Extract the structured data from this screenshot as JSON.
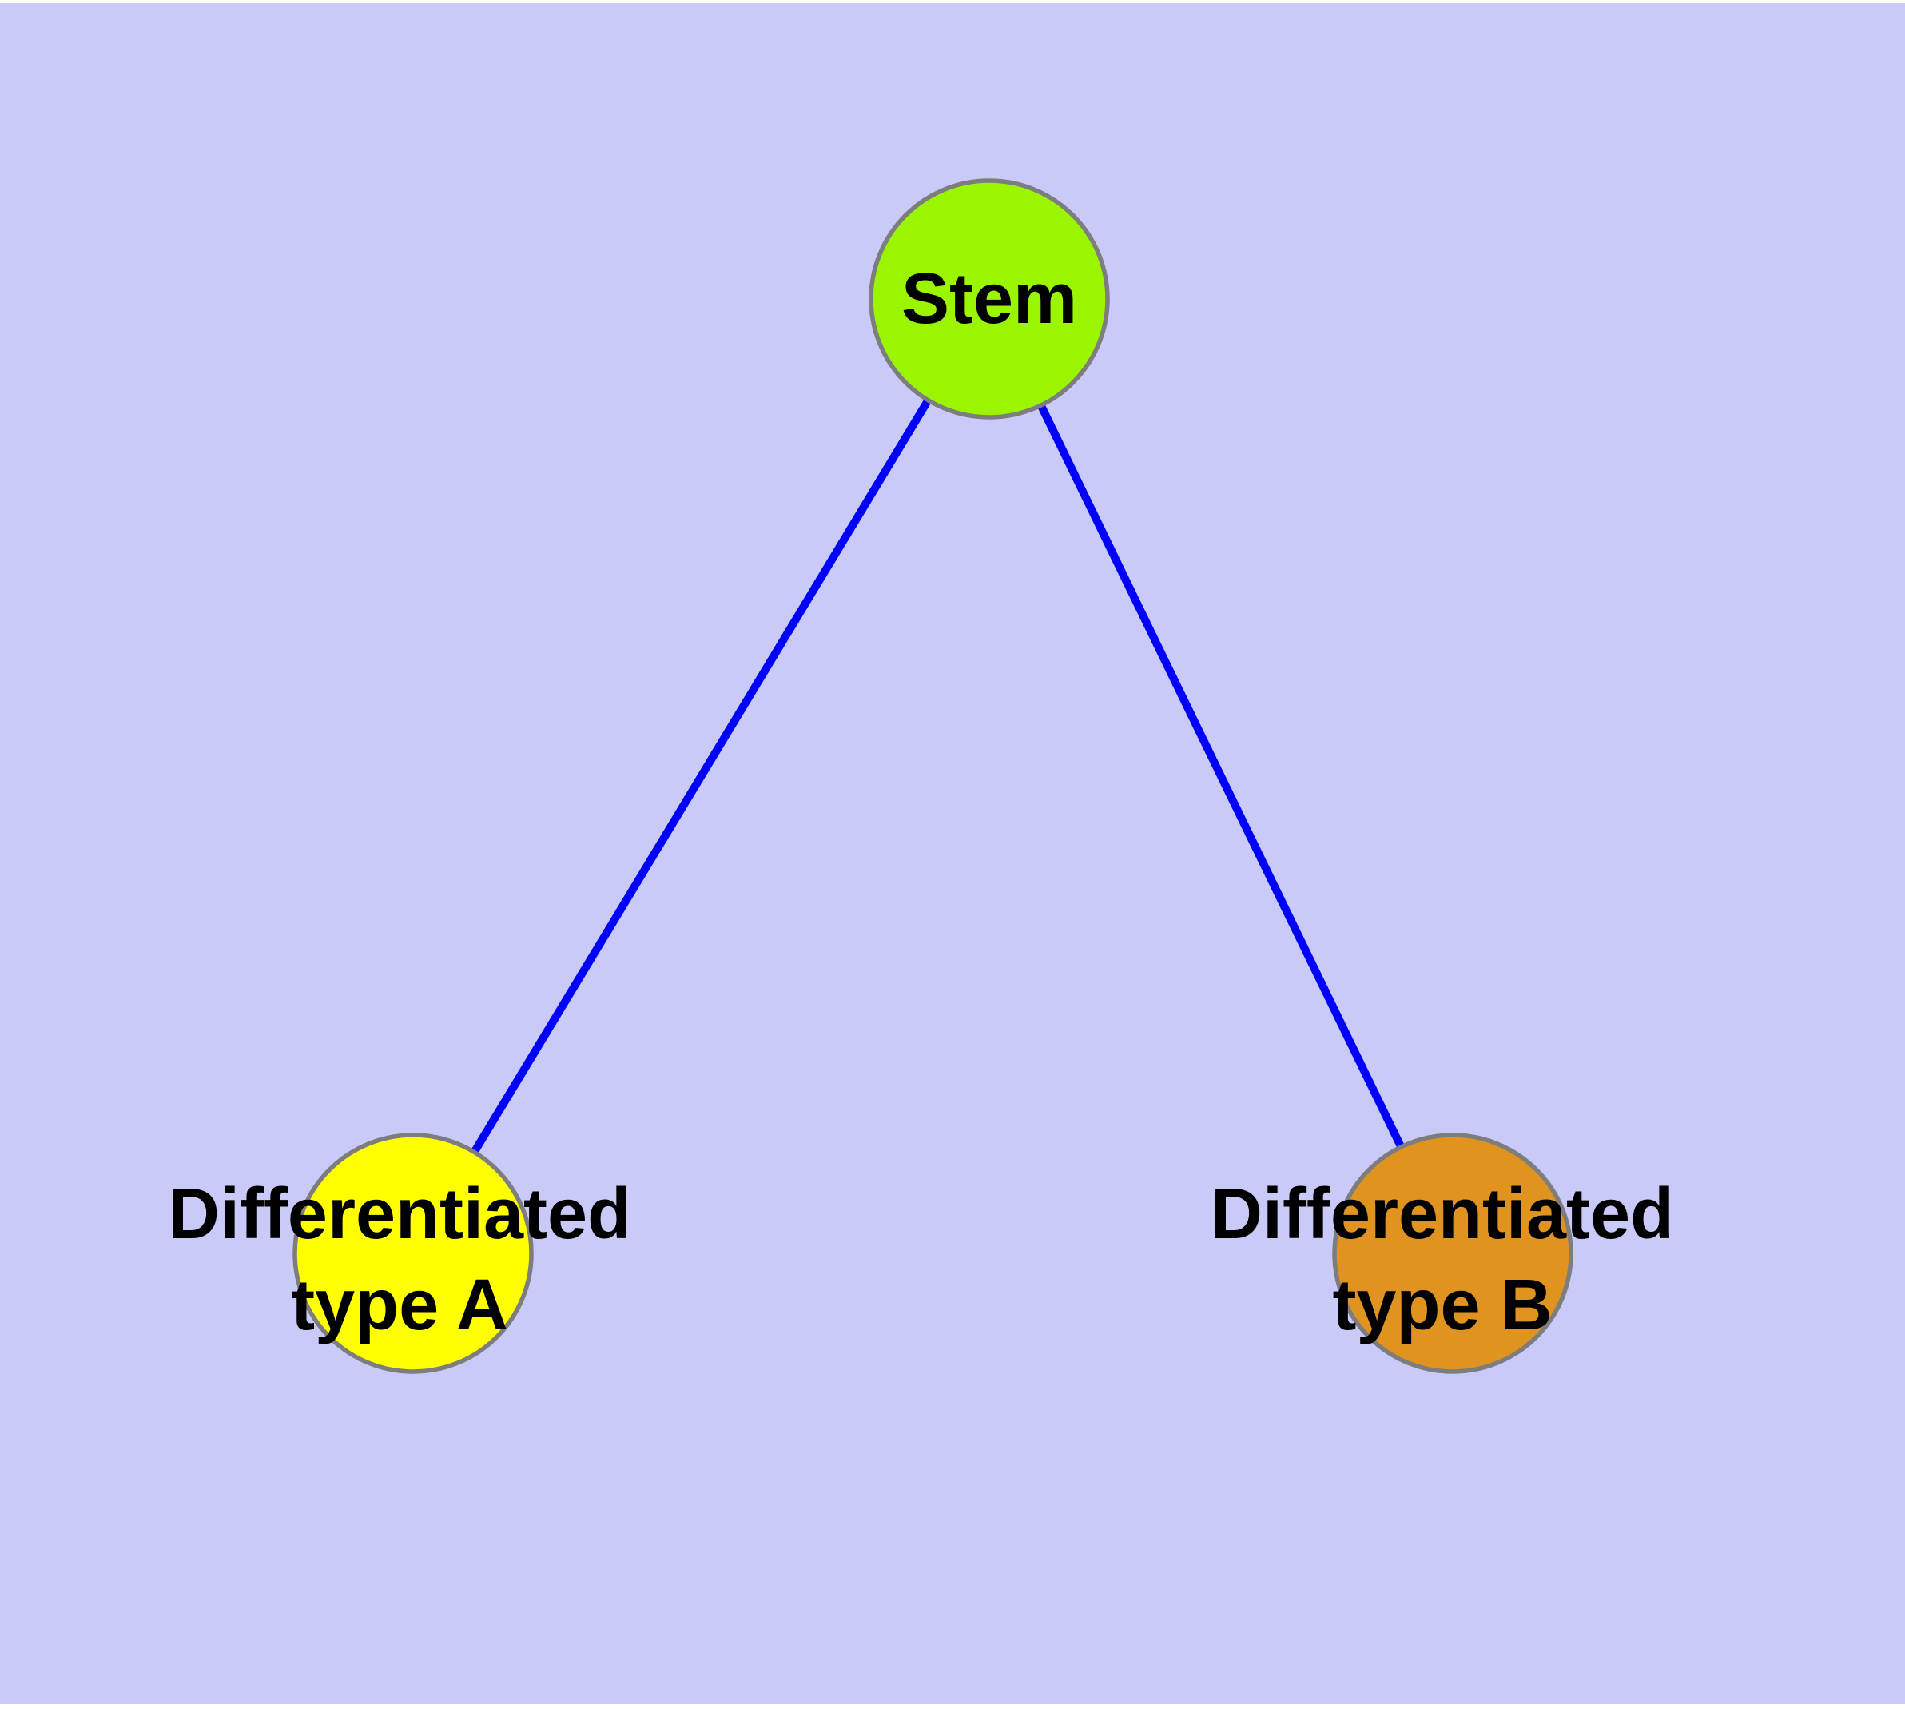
{
  "diagram": {
    "background_color": "#CACAF8",
    "edge_color": "#0000FF",
    "node_border_color": "#7D7D7D",
    "label_color": "#000000",
    "nodes": {
      "stem": {
        "label": "Stem",
        "fill": "#9BF500"
      },
      "type_a": {
        "label": "Differentiated type A",
        "label_line1": "Differentiated",
        "label_line2": "type A",
        "fill": "#FFFF00"
      },
      "type_b": {
        "label": "Differentiated type B",
        "label_line1": "Differentiated",
        "label_line2": "type B",
        "fill": "#E0941F"
      }
    },
    "edges": [
      {
        "from": "Stem",
        "to": "Differentiated type A"
      },
      {
        "from": "Stem",
        "to": "Differentiated type B"
      }
    ]
  }
}
